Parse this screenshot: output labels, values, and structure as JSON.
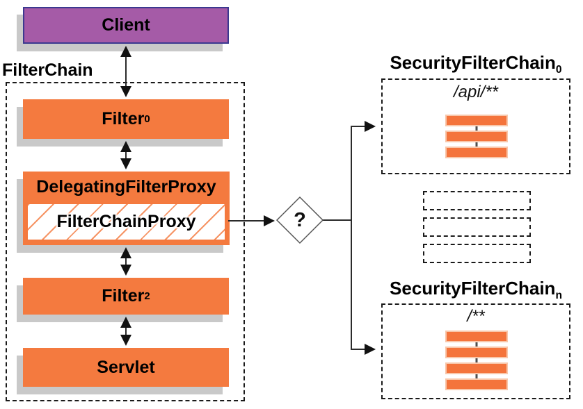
{
  "client": {
    "label": "Client"
  },
  "filter_chain": {
    "label": "FilterChain"
  },
  "filter0": {
    "label": "Filter",
    "sub": "0"
  },
  "delegating_filter_proxy": {
    "label": "DelegatingFilterProxy"
  },
  "filter_chain_proxy": {
    "label": "FilterChainProxy"
  },
  "filter2": {
    "label": "Filter",
    "sub": "2"
  },
  "servlet": {
    "label": "Servlet"
  },
  "decision": {
    "label": "?"
  },
  "security_filter_chain_0": {
    "title": "SecurityFilterChain",
    "sub": "0",
    "pattern": "/api/**",
    "filter_count": 3
  },
  "security_filter_chain_n": {
    "title": "SecurityFilterChain",
    "sub": "n",
    "pattern": "/**",
    "filter_count": 4
  },
  "unnamed_chain_placeholders": {
    "count": 3
  },
  "colors": {
    "box_orange": "#f47a3f",
    "bar_orange": "#f4743c",
    "client_purple": "#a55ba7",
    "client_border": "#3b3990",
    "shadow_gray": "#c9c9c9",
    "line_dark": "#2b2b2b",
    "dash_dark": "#1a1a1a"
  }
}
